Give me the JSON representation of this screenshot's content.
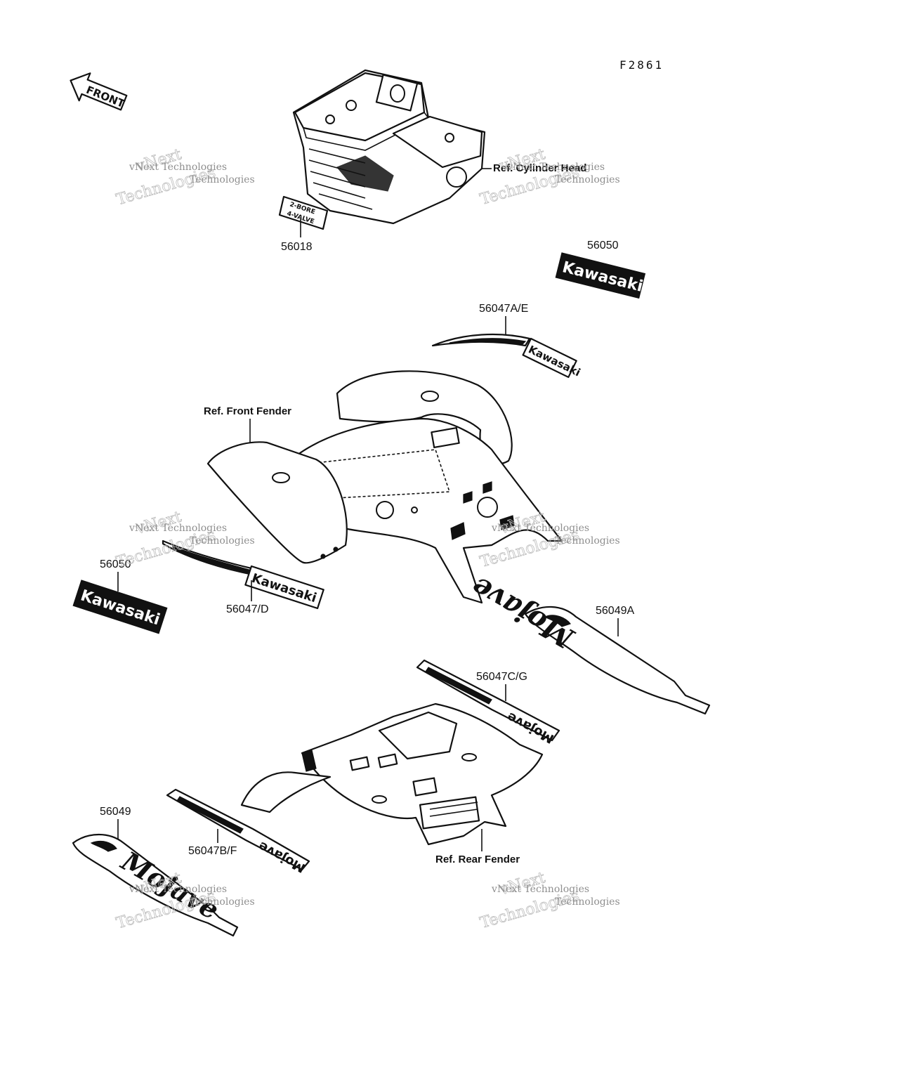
{
  "figure_id": "F2861",
  "direction_label": "FRONT",
  "reference_labels": {
    "cylinder_head": "Ref. Cylinder Head",
    "front_fender": "Ref. Front Fender",
    "rear_fender": "Ref. Rear Fender"
  },
  "part_numbers": {
    "emblem_cylinder": "56018",
    "logo_top_right": "56050",
    "stripe_top_right": "56047A/E",
    "logo_left": "56050",
    "stripe_front_left": "56047/D",
    "mojave_right": "56049A",
    "stripe_rear_right": "56047C/G",
    "mojave_left": "56049",
    "stripe_rear_left": "56047B/F"
  },
  "decal_text": {
    "emblem_line1": "2-BORE",
    "emblem_line2": "4-VALVE",
    "brand": "Kawasaki",
    "model": "Mojave"
  },
  "watermark": {
    "line1": "vNext",
    "line2": "Technologies",
    "caption": "vNext Technologies"
  },
  "colors": {
    "ink": "#111111",
    "paper": "#ffffff",
    "watermark": "#bdbdbd"
  }
}
